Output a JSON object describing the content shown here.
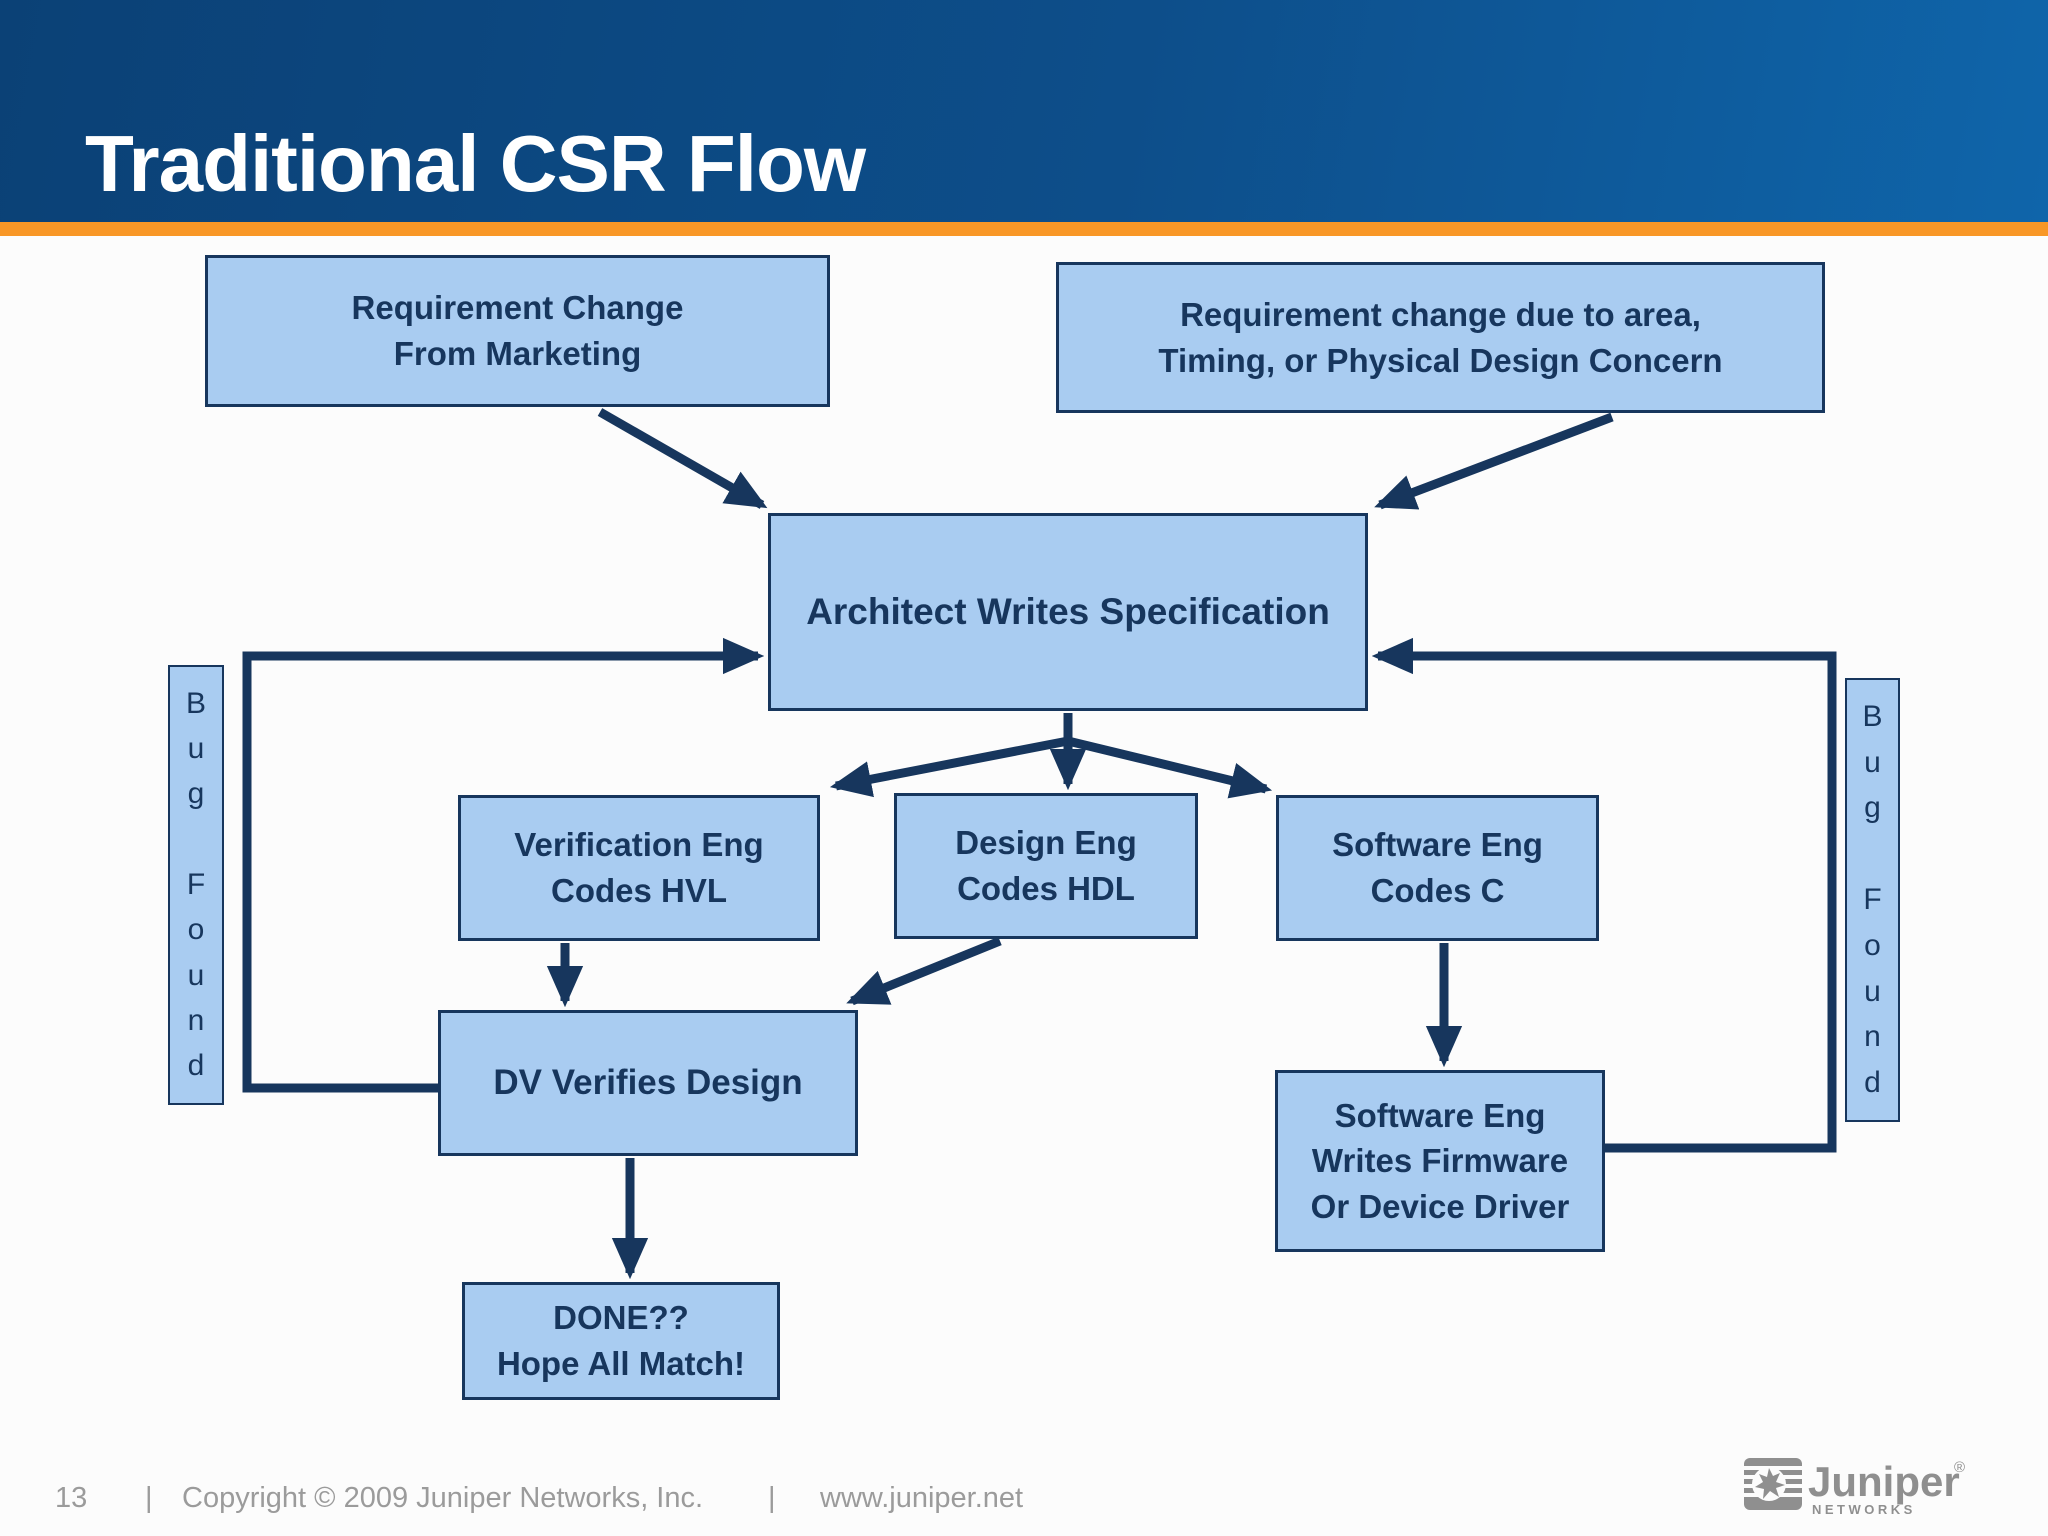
{
  "slide": {
    "title": "Traditional CSR Flow",
    "page_number": "13",
    "footer": {
      "separator1": "|",
      "copyright": "Copyright © 2009 Juniper Networks, Inc.",
      "separator2": "|",
      "website": "www.juniper.net"
    },
    "logo": {
      "brand": "Juniper",
      "subtext": "NETWORKS",
      "registered": "®"
    }
  },
  "colors": {
    "banner_gradient_left": "#0B4176",
    "banner_gradient_right": "#0F65AA",
    "accent_orange": "#F89727",
    "node_fill": "#A9CCF1",
    "node_border": "#17365D",
    "node_text": "#17365D",
    "connector": "#17365D",
    "title_text": "#FFFFFF",
    "footer_text": "#9B9B9B",
    "logo_gray": "#8F8F8F",
    "background": "#FCFCFC"
  },
  "flowchart": {
    "nodes": {
      "req_marketing": {
        "lines": [
          "Requirement Change",
          "From Marketing"
        ]
      },
      "req_physical": {
        "lines": [
          "Requirement change due to area,",
          "Timing, or Physical Design Concern"
        ]
      },
      "architect": {
        "lines": [
          "Architect Writes Specification"
        ]
      },
      "verification": {
        "lines": [
          "Verification Eng",
          "Codes HVL"
        ]
      },
      "design": {
        "lines": [
          "Design Eng",
          "Codes HDL"
        ]
      },
      "software_c": {
        "lines": [
          "Software Eng",
          "Codes C"
        ]
      },
      "dv": {
        "lines": [
          "DV Verifies Design"
        ]
      },
      "sw_firmware": {
        "lines": [
          "Software Eng",
          "Writes Firmware",
          "Or Device Driver"
        ]
      },
      "done": {
        "lines": [
          "DONE??",
          "Hope All Match!"
        ]
      }
    },
    "side_labels": {
      "left": {
        "text": "Bug Found",
        "letters": [
          "B",
          "u",
          "g",
          "",
          "F",
          "o",
          "u",
          "n",
          "d"
        ]
      },
      "right": {
        "text": "Bug Found",
        "letters": [
          "B",
          "u",
          "g",
          "",
          "F",
          "o",
          "u",
          "n",
          "d"
        ]
      }
    },
    "edges": [
      {
        "from": "req_marketing",
        "to": "architect"
      },
      {
        "from": "req_physical",
        "to": "architect"
      },
      {
        "from": "architect",
        "to": "verification"
      },
      {
        "from": "architect",
        "to": "design"
      },
      {
        "from": "architect",
        "to": "software_c"
      },
      {
        "from": "verification",
        "to": "dv"
      },
      {
        "from": "design",
        "to": "dv"
      },
      {
        "from": "software_c",
        "to": "sw_firmware"
      },
      {
        "from": "dv",
        "to": "done"
      },
      {
        "from": "dv",
        "to": "architect",
        "label": "Bug Found"
      },
      {
        "from": "sw_firmware",
        "to": "architect",
        "label": "Bug Found"
      }
    ]
  }
}
